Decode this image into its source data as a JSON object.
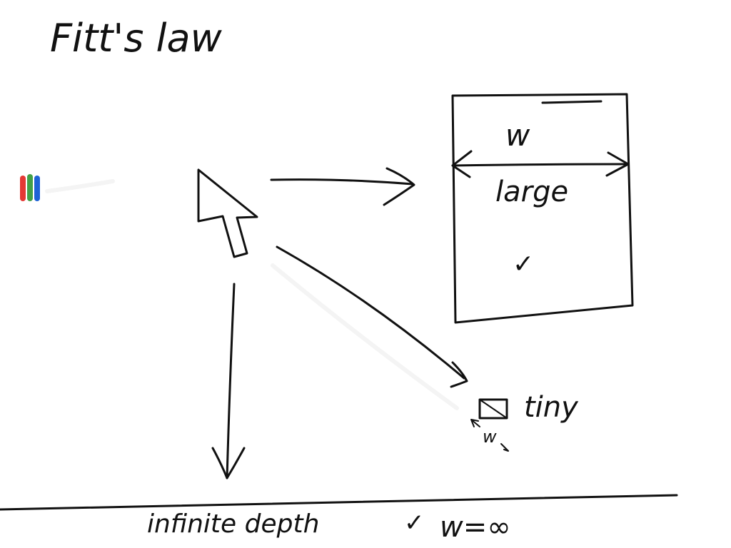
{
  "title": "Fitt's law",
  "labels": {
    "width_symbol": "w",
    "large": "large",
    "check": "✓",
    "tiny": "tiny",
    "small_width_symbol": "w",
    "infinite_depth": "infinite depth",
    "infinite_check": "✓",
    "infinite_width": "w=∞"
  },
  "palette": {
    "ink": "#111111",
    "tool_red": "#e53935",
    "tool_green": "#43a047",
    "tool_blue": "#1e63d6"
  },
  "icons": {
    "cursor": "mouse-pointer-icon",
    "color_tool": "pen-color-swatch-icon"
  }
}
